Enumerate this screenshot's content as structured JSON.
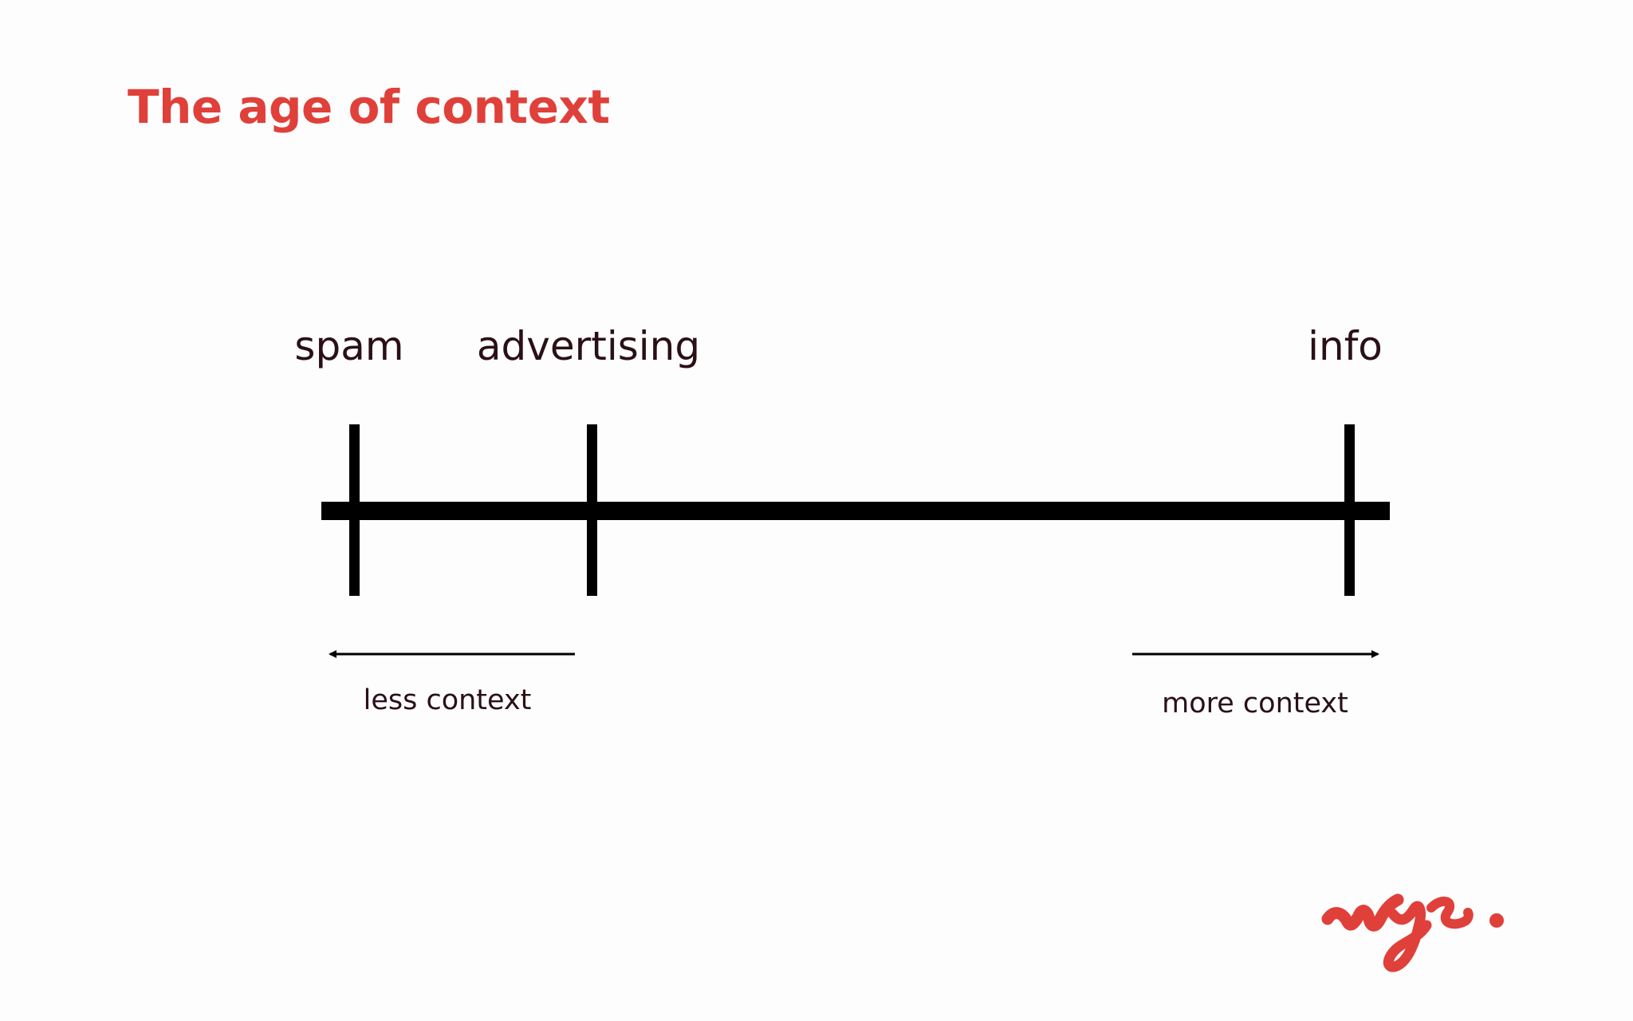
{
  "slide": {
    "title": "The age of context"
  },
  "scale": {
    "points": [
      {
        "label": "spam"
      },
      {
        "label": "advertising"
      },
      {
        "label": "info"
      }
    ],
    "left_direction": "less context",
    "right_direction": "more context"
  },
  "colors": {
    "title": "#e0403a",
    "text": "#2a1016",
    "line": "#000000",
    "logo": "#e0403a"
  },
  "logo": {
    "icon": "wys-logo-icon",
    "text": "wys."
  }
}
